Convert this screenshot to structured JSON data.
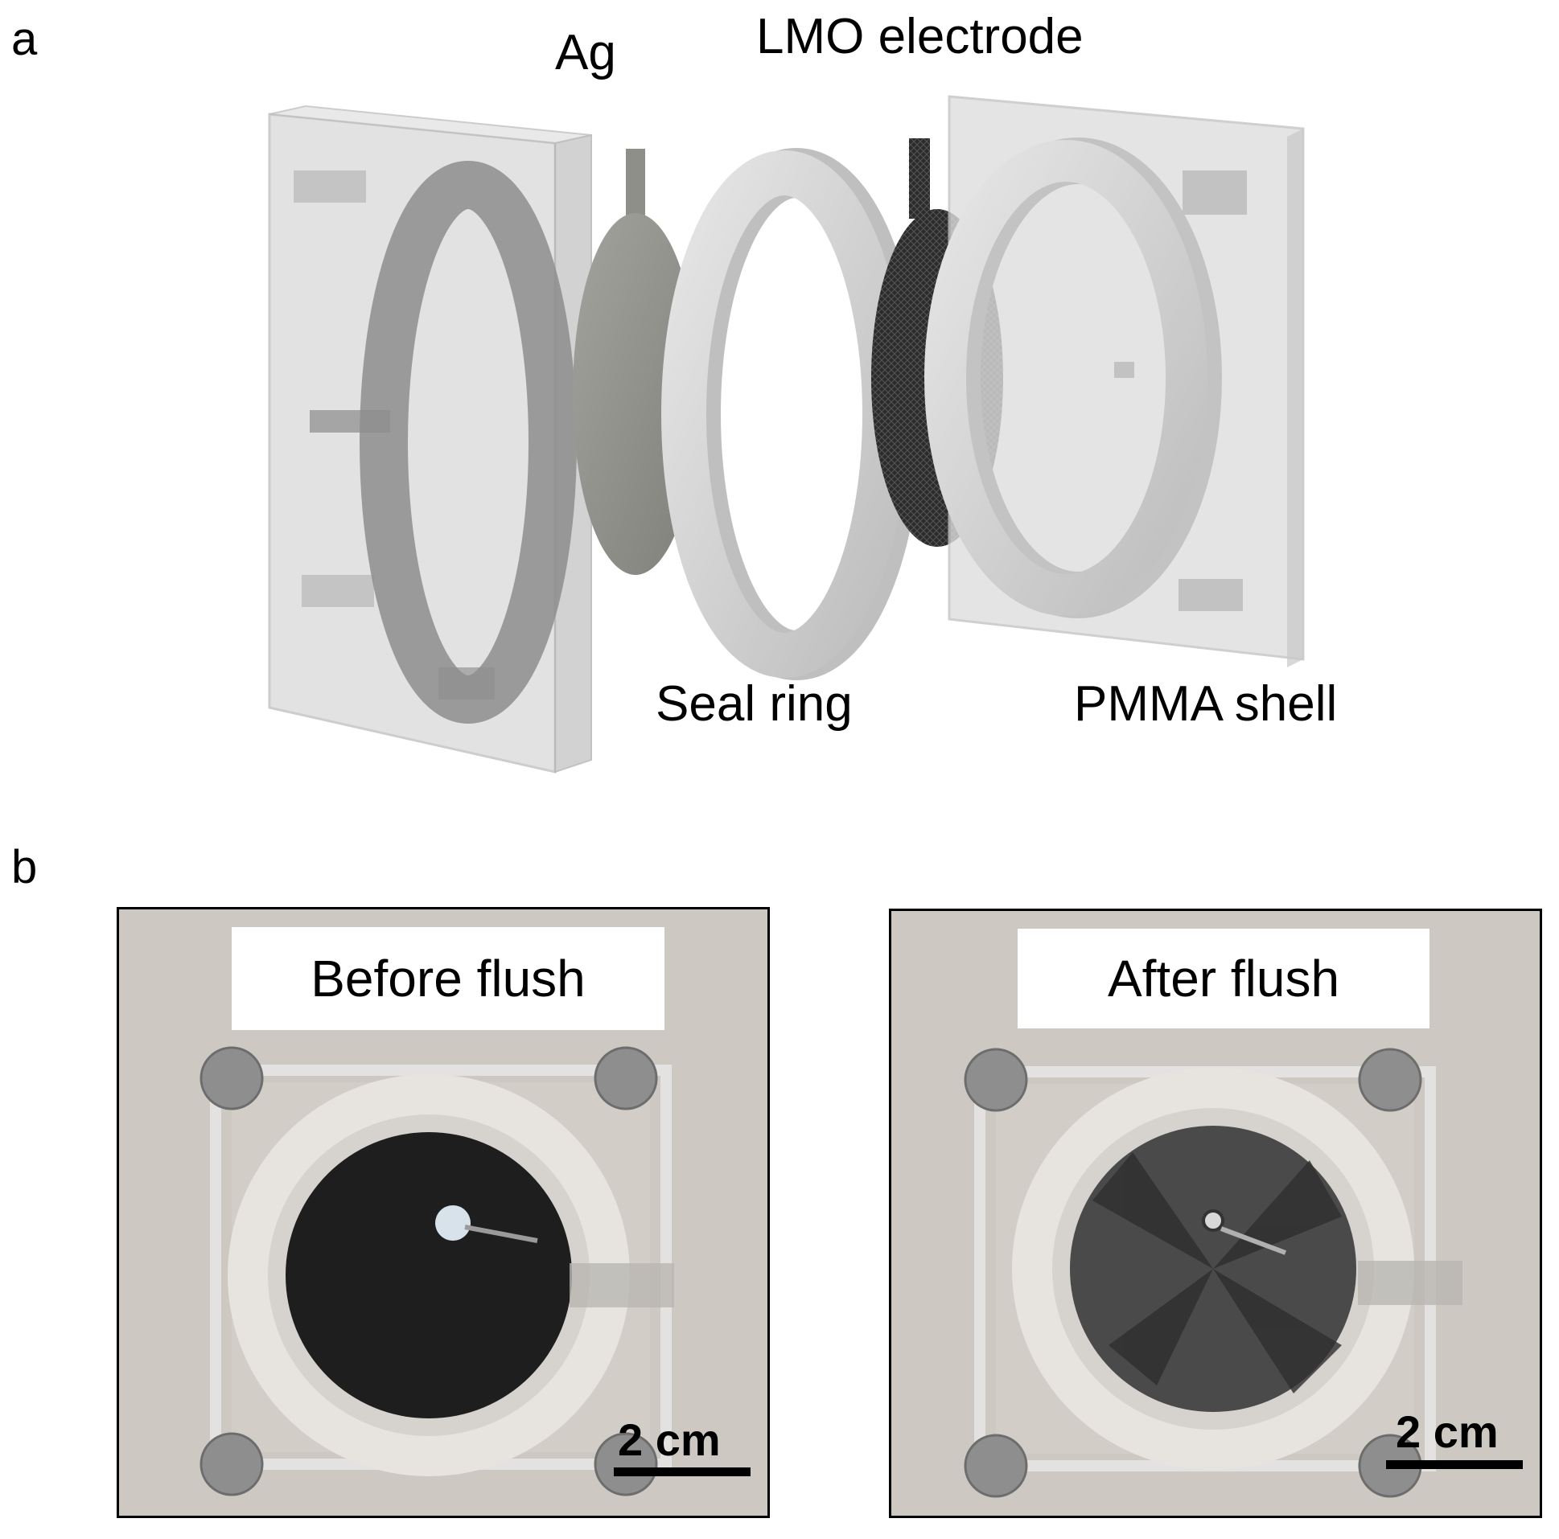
{
  "panel_a": {
    "letter": "a",
    "labels": {
      "ag": "Ag",
      "lmo": "LMO electrode",
      "seal": "Seal ring",
      "pmma": "PMMA shell"
    }
  },
  "panel_b": {
    "letter": "b",
    "photos": [
      {
        "tag": "Before flush",
        "scale": "2 cm",
        "state": "before"
      },
      {
        "tag": "After flush",
        "scale": "2 cm",
        "state": "after"
      }
    ]
  },
  "colors": {
    "pmma": "#dcdcdc",
    "pmma_edge": "#b8b8b8",
    "ring": "#c9c9c9",
    "ag": "#8f8f8a",
    "mesh": "#2a2a2a",
    "photo_bg": "#cfcac4"
  }
}
